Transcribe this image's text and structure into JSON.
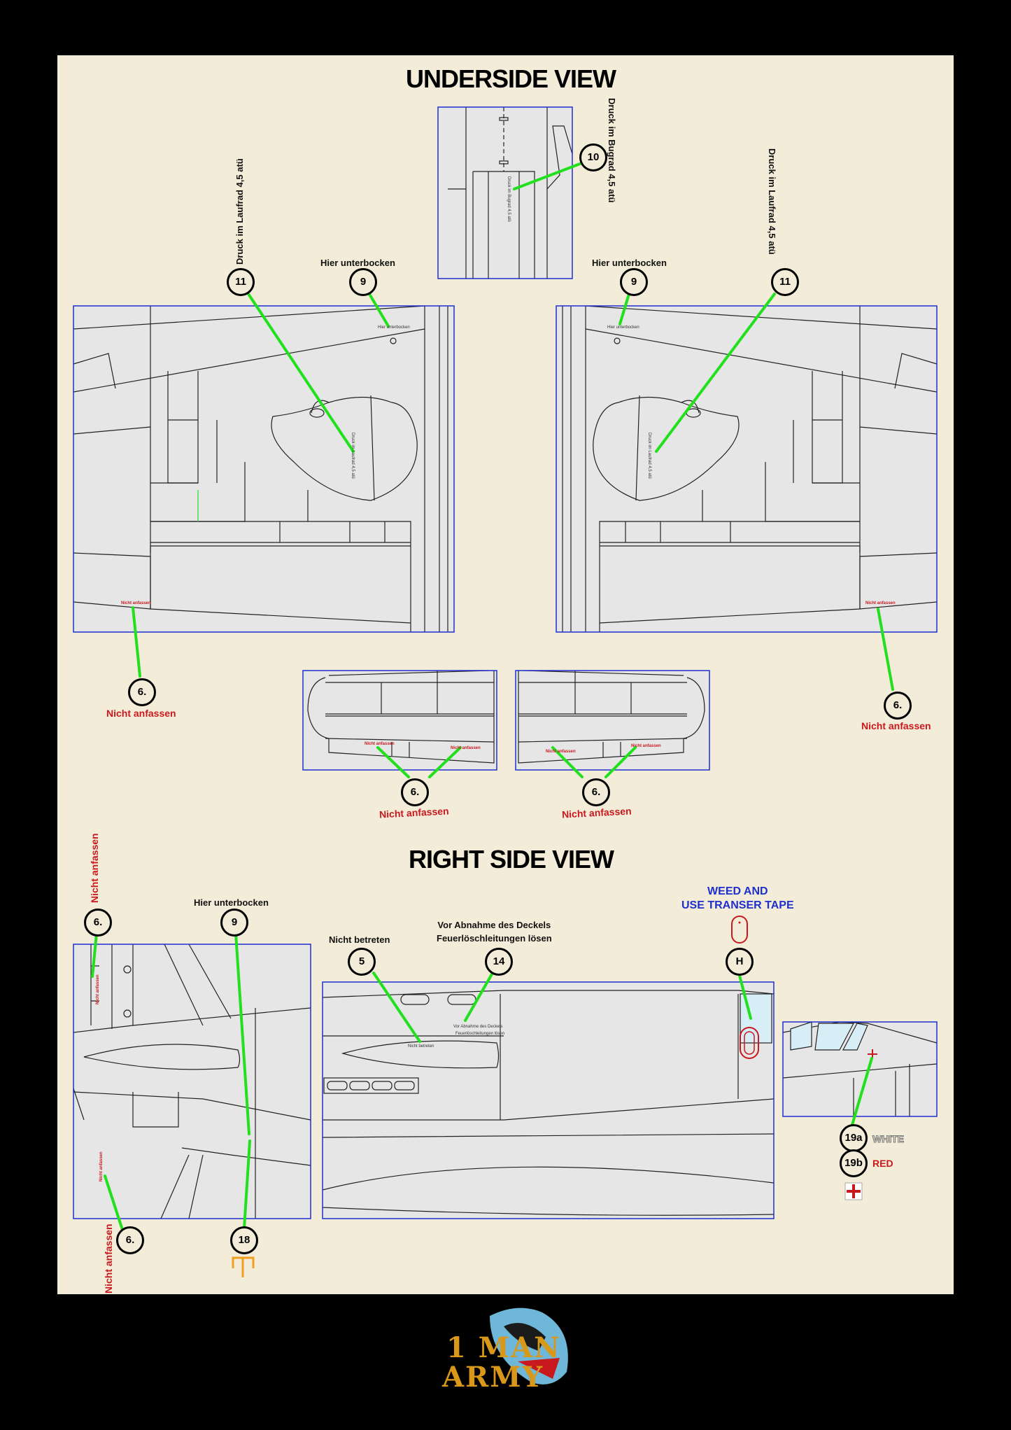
{
  "titles": {
    "underside": "UNDERSIDE VIEW",
    "right_side": "RIGHT SIDE VIEW"
  },
  "labels": {
    "druck_bugrad": "Druck im Bugrad 4,5 atü",
    "druck_laufrad_left": "Druck im Laufrad 4,5 atü",
    "druck_laufrad_right": "Druck im Laufrad 4,5 atü",
    "hier_unterbocken_left": "Hier unterbocken",
    "hier_unterbocken_right": "Hier unterbocken",
    "hier_unterbocken_side": "Hier unterbocken",
    "nicht_anfassen_wing_left": "Nicht anfassen",
    "nicht_anfassen_wing_right": "Nicht anfassen",
    "nicht_anfassen_flap_left": "Nicht anfassen",
    "nicht_anfassen_flap_right": "Nicht anfassen",
    "nicht_anfassen_tail_top": "Nicht anfassen",
    "nicht_anfassen_tail_bottom": "Nicht anfassen",
    "nicht_betreten": "Nicht betreten",
    "vor_abnahme_line1": "Vor Abnahme des Deckels",
    "vor_abnahme_line2": "Feuerlöschleitungen lösen",
    "weed_line1": "WEED AND",
    "weed_line2": "USE TRANSER TAPE",
    "white": "WHITE",
    "red": "RED"
  },
  "stencils": {
    "hier_unterbocken": "Hier unterbocken",
    "nicht_anfassen": "Nicht anfassen",
    "nicht_betreten": "Nicht betreten",
    "druck_laufrad": "Druck im Laufrad 4,5 atü",
    "druck_bugrad": "Druck im Bugrad 4,5 atü",
    "vor_abnahme_1": "Vor Abnahme des Deckels",
    "vor_abnahme_2": "Feuerlöschleitungen lösen"
  },
  "callouts": {
    "c10": "10",
    "c11_left": "11",
    "c11_right": "11",
    "c9_left": "9",
    "c9_right": "9",
    "c9_side": "9",
    "c6_wing_left": "6.",
    "c6_wing_right": "6.",
    "c6_flap_left": "6.",
    "c6_flap_right": "6.",
    "c6_tail_top": "6.",
    "c6_tail_bottom": "6.",
    "c5": "5",
    "c14": "14",
    "cH": "H",
    "c18": "18",
    "c19a": "19a",
    "c19b": "19b"
  },
  "logo": {
    "line1": "1 MAN",
    "line2": "ARMY"
  },
  "colors": {
    "leader": "#22e01e",
    "frame": "#1e2fd0",
    "panel": "#e6e6e6",
    "stencil_red": "#c8191e",
    "background": "#f3ecd8",
    "logo_gold": "#d9981a",
    "tape_orange": "#f0a020"
  }
}
